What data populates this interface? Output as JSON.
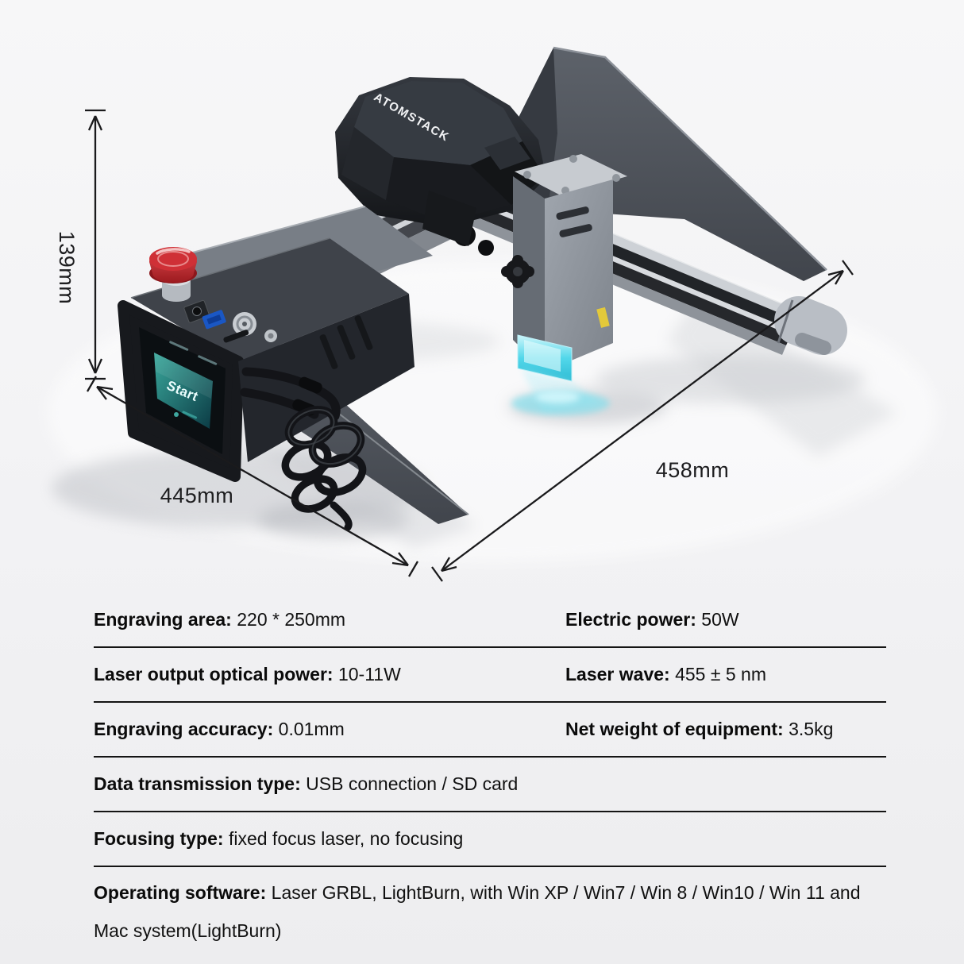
{
  "illustration": {
    "brand": "ATOMSTACK",
    "screen_start": "Start",
    "dims": {
      "height": "139mm",
      "width": "445mm",
      "depth": "458mm"
    },
    "accent_colors": {
      "laser_glow_cyan": "#52D7EA",
      "estop_red": "#C9262C",
      "usb_blue": "#1A57C4",
      "screen_teal": "#1F7F7C",
      "machine_gray": "#54585F",
      "dimension_line": "#1A1A1C"
    }
  },
  "specs": {
    "rows": [
      {
        "cells": [
          {
            "label": "Engraving area:",
            "value": "220 * 250mm"
          },
          {
            "label": "Electric power:",
            "value": "50W"
          }
        ]
      },
      {
        "cells": [
          {
            "label": "Laser output optical power:",
            "value": "10-11W"
          },
          {
            "label": "Laser wave:",
            "value": "455 ± 5 nm"
          }
        ]
      },
      {
        "cells": [
          {
            "label": "Engraving accuracy:",
            "value": "0.01mm"
          },
          {
            "label": "Net weight of equipment:",
            "value": "3.5kg"
          }
        ]
      },
      {
        "cells": [
          {
            "label": "Data transmission type:",
            "value": "USB connection / SD card"
          }
        ]
      },
      {
        "cells": [
          {
            "label": "Focusing type:",
            "value": "fixed focus laser, no focusing"
          }
        ]
      },
      {
        "cells": [
          {
            "label": "Operating software:",
            "value": " Laser GRBL, LightBurn, with Win XP / Win7 / Win 8 / Win10 / Win 11 and Mac system(LightBurn)"
          }
        ]
      }
    ]
  }
}
